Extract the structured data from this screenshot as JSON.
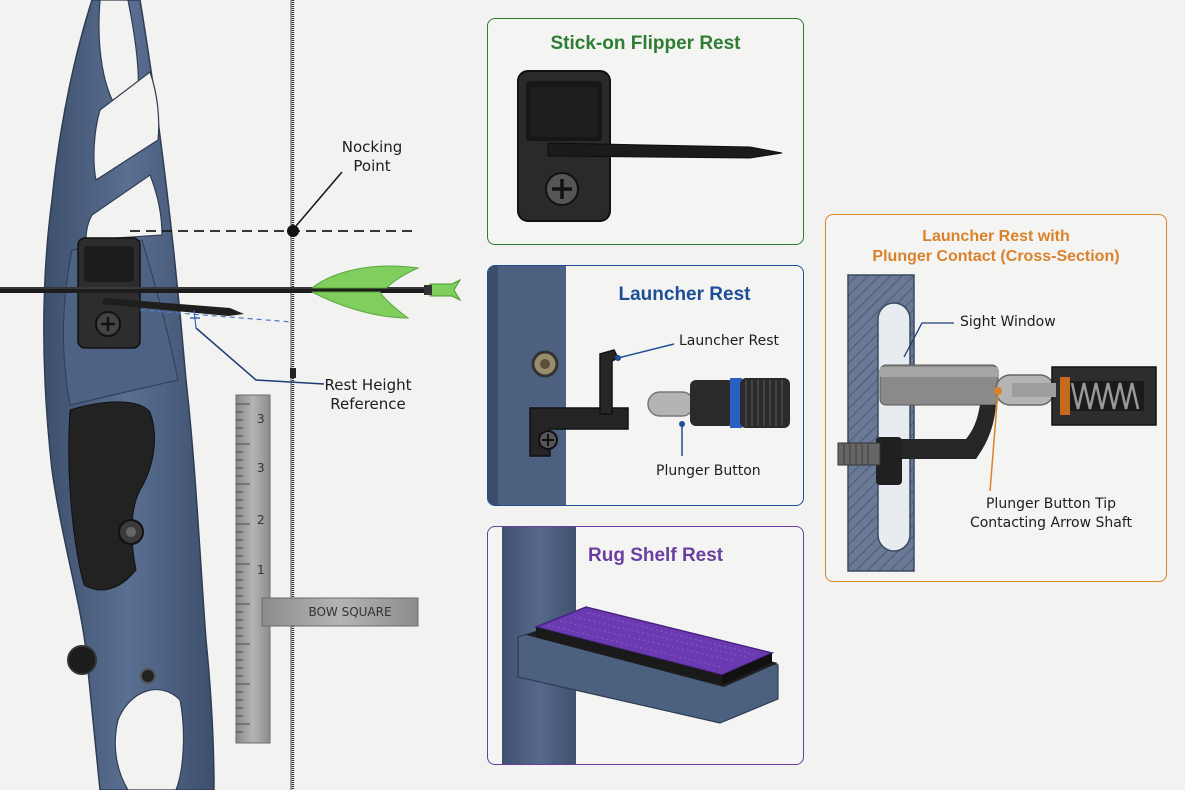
{
  "colors": {
    "riser": "#4c6080",
    "riser_dark": "#34445e",
    "fletch": "#7fce5e",
    "flipper_accent": "#2e7d32",
    "launcher_accent": "#1d4e96",
    "rug_accent": "#6b3fa0",
    "section_accent": "#d9822b",
    "rug": "#6a3ab0",
    "plunger_ring": "#2a5fc4"
  },
  "main_labels": {
    "nocking_point_line1": "Nocking",
    "nocking_point_line2": "Point",
    "rest_height_line1": "Rest Height",
    "rest_height_line2": "Reference",
    "bow_square": "BOW SQUARE"
  },
  "ruler_ticks": [
    "3",
    "3",
    "2",
    "1"
  ],
  "panels": {
    "flipper": {
      "title": "Stick-on Flipper Rest"
    },
    "launcher": {
      "title": "Launcher Rest",
      "rest_label": "Launcher Rest",
      "plunger_label": "Plunger Button"
    },
    "rug": {
      "title": "Rug Shelf Rest"
    },
    "section": {
      "title_line1": "Launcher Rest with",
      "title_line2": "Plunger Contact (Cross-Section)",
      "sight_window_label": "Sight Window",
      "tip_label_line1": "Plunger Button Tip",
      "tip_label_line2": "Contacting Arrow Shaft"
    }
  }
}
